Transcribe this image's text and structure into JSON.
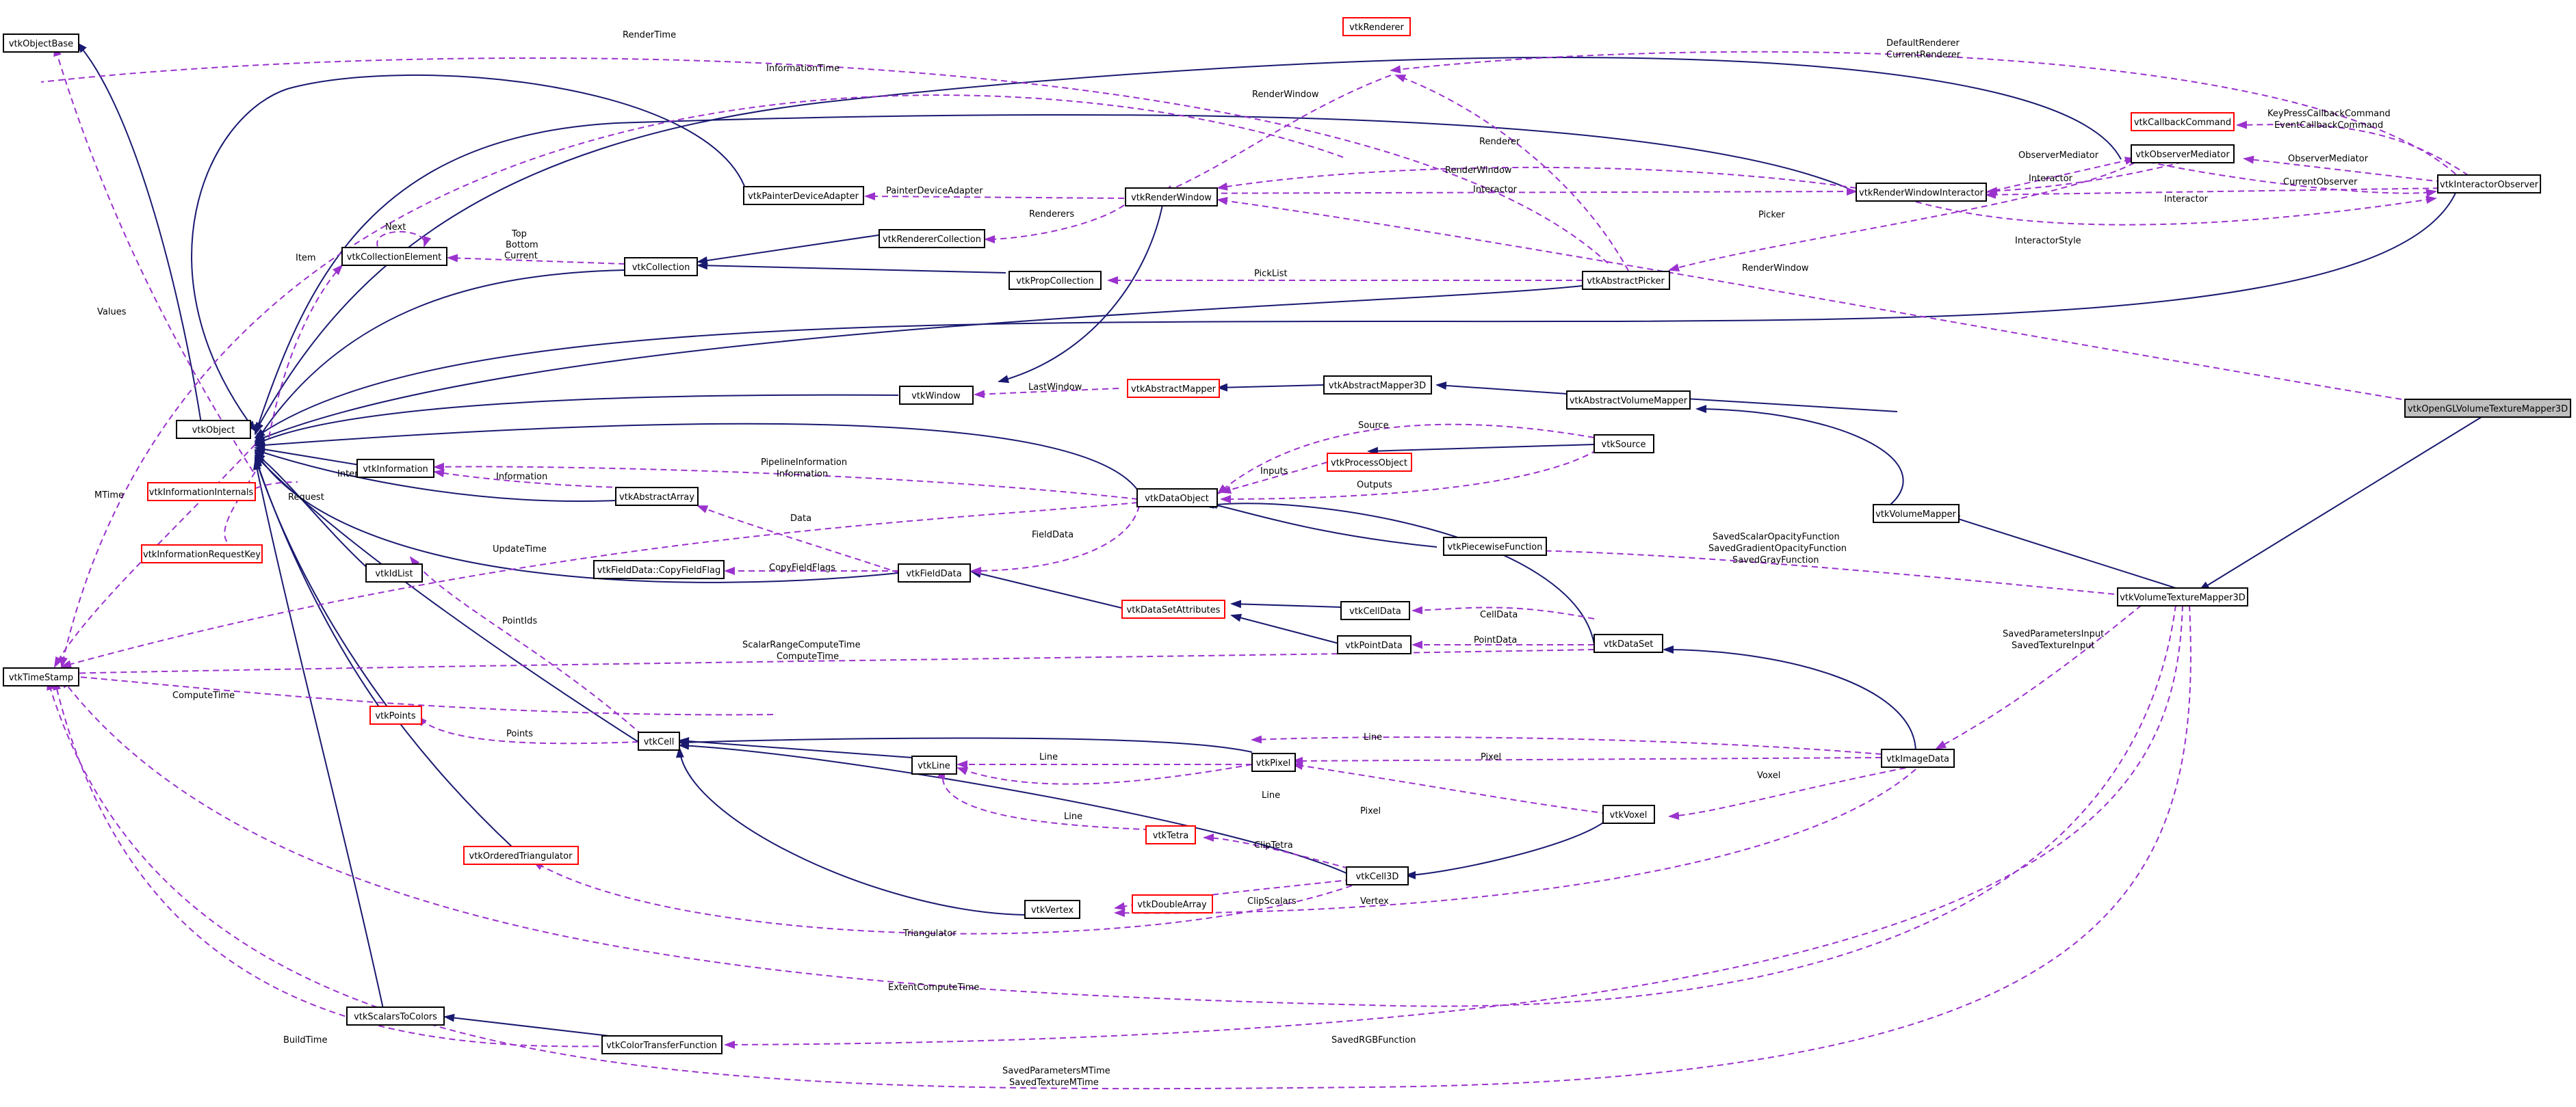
{
  "nodes": {
    "vtkObjectBase": "vtkObjectBase",
    "vtkObject": "vtkObject",
    "vtkTimeStamp": "vtkTimeStamp",
    "vtkInformationInternals": "vtkInformationInternals",
    "vtkInformationRequestKey": "vtkInformationRequestKey",
    "vtkCollectionElement": "vtkCollectionElement",
    "vtkCollection": "vtkCollection",
    "vtkInformation": "vtkInformation",
    "vtkAbstractArray": "vtkAbstractArray",
    "vtkIdList": "vtkIdList",
    "vtkPoints": "vtkPoints",
    "vtkOrderedTriangulator": "vtkOrderedTriangulator",
    "vtkScalarsToColors": "vtkScalarsToColors",
    "vtkColorTransferFunction": "vtkColorTransferFunction",
    "vtkPainterDeviceAdapter": "vtkPainterDeviceAdapter",
    "vtkRendererCollection": "vtkRendererCollection",
    "vtkPropCollection": "vtkPropCollection",
    "vtkRenderWindow": "vtkRenderWindow",
    "vtkWindow": "vtkWindow",
    "vtkRenderer": "vtkRenderer",
    "vtkAbstractMapper": "vtkAbstractMapper",
    "vtkAbstractMapper3D": "vtkAbstractMapper3D",
    "vtkAbstractVolumeMapper": "vtkAbstractVolumeMapper",
    "vtkDataObject": "vtkDataObject",
    "vtkProcessObject": "vtkProcessObject",
    "vtkSource": "vtkSource",
    "vtkAbstractPicker": "vtkAbstractPicker",
    "vtkFieldDataCopyFieldFlag": "vtkFieldData::CopyFieldFlag",
    "vtkFieldData": "vtkFieldData",
    "vtkDataSetAttributes": "vtkDataSetAttributes",
    "vtkCellData": "vtkCellData",
    "vtkPointData": "vtkPointData",
    "vtkDataSet": "vtkDataSet",
    "vtkPiecewiseFunction": "vtkPiecewiseFunction",
    "vtkCell": "vtkCell",
    "vtkLine": "vtkLine",
    "vtkPixel": "vtkPixel",
    "vtkTetra": "vtkTetra",
    "vtkCell3D": "vtkCell3D",
    "vtkVoxel": "vtkVoxel",
    "vtkVertex": "vtkVertex",
    "vtkDoubleArray": "vtkDoubleArray",
    "vtkImageData": "vtkImageData",
    "vtkRenderWindowInteractor": "vtkRenderWindowInteractor",
    "vtkObserverMediator": "vtkObserverMediator",
    "vtkCallbackCommand": "vtkCallbackCommand",
    "vtkInteractorObserver": "vtkInteractorObserver",
    "vtkOpenGLVolumeTextureMapper3D": "vtkOpenGLVolumeTextureMapper3D",
    "vtkVolumeMapper": "vtkVolumeMapper",
    "vtkVolumeTextureMapper3D": "vtkVolumeTextureMapper3D"
  },
  "edge_labels": {
    "render_time": "RenderTime",
    "information_time": "InformationTime",
    "default_renderer": "DefaultRenderer",
    "current_renderer": "CurrentRenderer",
    "key_press_callback_command": "KeyPressCallbackCommand",
    "event_callback_command": "EventCallbackCommand",
    "render_window_renderer": "RenderWindow",
    "renderer": "Renderer",
    "observer_mediator_1": "ObserverMediator",
    "observer_mediator_2": "ObserverMediator",
    "render_window_rwi": "RenderWindow",
    "interactor_1": "Interactor",
    "interactor_2": "Interactor",
    "interactor_3": "Interactor",
    "current_observer": "CurrentObserver",
    "painter_device_adapter": "PainterDeviceAdapter",
    "next": "Next",
    "top": "Top",
    "bottom": "Bottom",
    "current": "Current",
    "item": "Item",
    "renderers": "Renderers",
    "picker": "Picker",
    "pick_list": "PickList",
    "interactor_style": "InteractorStyle",
    "render_window_opengl": "RenderWindow",
    "values": "Values",
    "last_window": "LastWindow",
    "source": "Source",
    "mtime": "MTime",
    "request": "Request",
    "internal": "Internal",
    "information": "Information",
    "pipeline_information": "PipelineInformation",
    "information_do": "Information",
    "inputs": "Inputs",
    "outputs": "Outputs",
    "saved_scalar_opacity_function": "SavedScalarOpacityFunction",
    "saved_gradient_opacity_function": "SavedGradientOpacityFunction",
    "saved_gray_function": "SavedGrayFunction",
    "update_time": "UpdateTime",
    "data": "Data",
    "field_data": "FieldData",
    "copy_field_flags": "CopyFieldFlags",
    "point_ids": "PointIds",
    "cell_data": "CellData",
    "point_data": "PointData",
    "scalar_range_compute_time": "ScalarRangeComputeTime",
    "compute_time_ds": "ComputeTime",
    "saved_parameters_input": "SavedParametersInput",
    "saved_texture_input": "SavedTextureInput",
    "compute_time_points": "ComputeTime",
    "points": "Points",
    "line_1": "Line",
    "line_2": "Line",
    "line_3": "Line",
    "line_4": "Line",
    "pixel_1": "Pixel",
    "pixel_2": "Pixel",
    "voxel": "Voxel",
    "clip_tetra": "ClipTetra",
    "clip_scalars": "ClipScalars",
    "vertex": "Vertex",
    "triangulator": "Triangulator",
    "extent_compute_time": "ExtentComputeTime",
    "build_time": "BuildTime",
    "saved_rgb_function": "SavedRGBFunction",
    "saved_parameters_mtime": "SavedParametersMTime",
    "saved_texture_mtime": "SavedTextureMTime"
  }
}
